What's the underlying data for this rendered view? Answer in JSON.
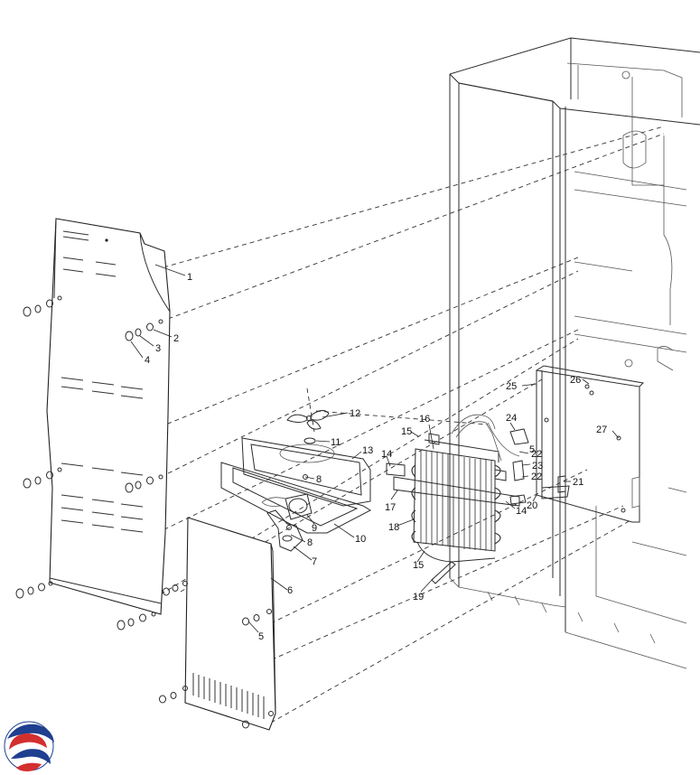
{
  "diagram": {
    "callouts": [
      {
        "id": "c1",
        "label": "1"
      },
      {
        "id": "c2",
        "label": "2"
      },
      {
        "id": "c3",
        "label": "3"
      },
      {
        "id": "c4",
        "label": "4"
      },
      {
        "id": "c5a",
        "label": "5"
      },
      {
        "id": "c5b",
        "label": "5"
      },
      {
        "id": "c6",
        "label": "6"
      },
      {
        "id": "c7",
        "label": "7"
      },
      {
        "id": "c8a",
        "label": "8"
      },
      {
        "id": "c8b",
        "label": "8"
      },
      {
        "id": "c9",
        "label": "9"
      },
      {
        "id": "c10",
        "label": "10"
      },
      {
        "id": "c11",
        "label": "11"
      },
      {
        "id": "c12",
        "label": "12"
      },
      {
        "id": "c13",
        "label": "13"
      },
      {
        "id": "c14a",
        "label": "14"
      },
      {
        "id": "c14b",
        "label": "14"
      },
      {
        "id": "c15a",
        "label": "15"
      },
      {
        "id": "c15b",
        "label": "15"
      },
      {
        "id": "c16",
        "label": "16"
      },
      {
        "id": "c17",
        "label": "17"
      },
      {
        "id": "c18",
        "label": "18"
      },
      {
        "id": "c19",
        "label": "19"
      },
      {
        "id": "c20",
        "label": "20"
      },
      {
        "id": "c21",
        "label": "21"
      },
      {
        "id": "c22a",
        "label": "22"
      },
      {
        "id": "c22b",
        "label": "22"
      },
      {
        "id": "c23",
        "label": "23"
      },
      {
        "id": "c24",
        "label": "24"
      },
      {
        "id": "c25",
        "label": "25"
      },
      {
        "id": "c26",
        "label": "26"
      },
      {
        "id": "c27",
        "label": "27"
      }
    ],
    "logo": {
      "colors": [
        "#1f3f8f",
        "#d32f2f"
      ]
    }
  }
}
